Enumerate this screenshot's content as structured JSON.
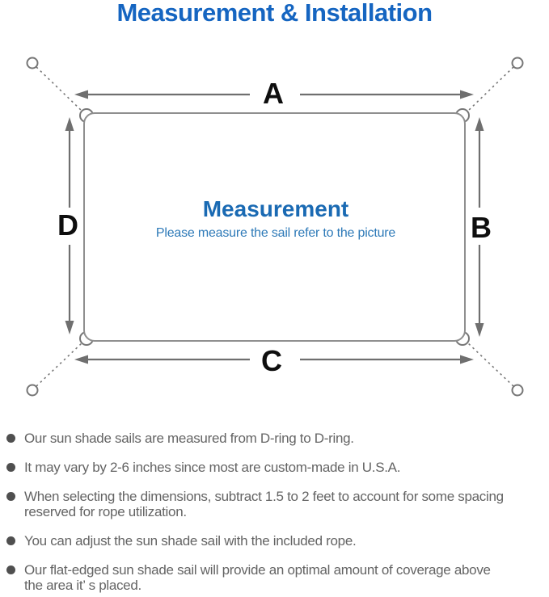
{
  "title": "Measurement & Installation",
  "diagram": {
    "label_top": "A",
    "label_right": "B",
    "label_bottom": "C",
    "label_left": "D",
    "center_heading": "Measurement",
    "center_subtext": "Please measure the sail refer to the picture"
  },
  "notes": [
    {
      "lines": [
        "Our sun shade sails are measured from D-ring to D-ring."
      ]
    },
    {
      "lines": [
        "It may vary by 2-6 inches since most are custom-made in U.S.A."
      ]
    },
    {
      "lines": [
        "When selecting the dimensions, subtract 1.5 to 2 feet to account for some spacing",
        "reserved for rope utilization."
      ]
    },
    {
      "lines": [
        "You can adjust the sun shade sail with the included rope."
      ]
    },
    {
      "lines": [
        "Our flat-edged sun shade sail will provide an optimal amount of coverage above",
        "the area it’ s placed."
      ]
    }
  ],
  "colors": {
    "title_blue": "#1565c1",
    "heading_blue": "#1a6ab3",
    "subtext_blue": "#2e7ab8",
    "note_gray": "#646464",
    "bullet_gray": "#4f4f4f",
    "outline_gray": "#8f8f8f",
    "hardware_gray": "#767676",
    "arrow_gray": "#6f6f6f",
    "label_black": "#0e0e0e"
  }
}
